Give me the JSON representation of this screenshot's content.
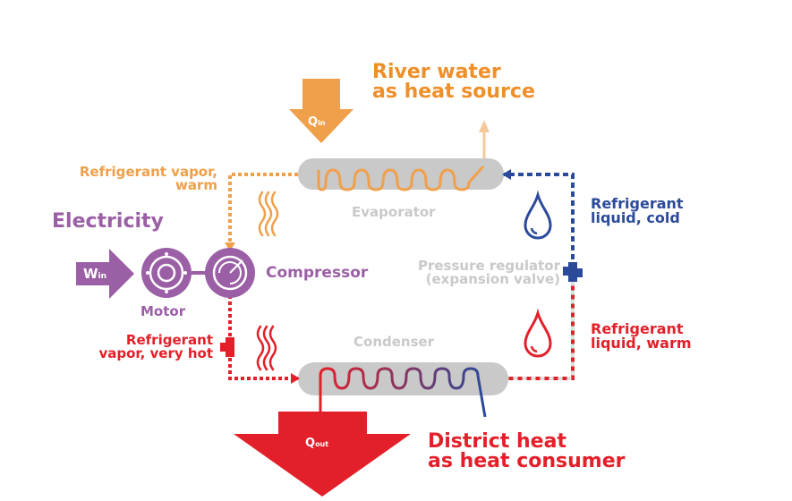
{
  "labels": {
    "river_water_line1": "River water",
    "river_water_line2": "as heat source",
    "q_in": "Q",
    "q_in_sub": "in",
    "refrigerant_vapor_warm_line1": "Refrigerant vapor,",
    "refrigerant_vapor_warm_line2": "warm",
    "electricity": "Electricity",
    "evaporator": "Evaporator",
    "refrigerant_liquid_cold_line1": "Refrigerant",
    "refrigerant_liquid_cold_line2": "liquid, cold",
    "w_in": "W",
    "w_in_sub": "in",
    "compressor": "Compressor",
    "motor": "Motor",
    "pressure_regulator_line1": "Pressure regulator",
    "pressure_regulator_line2": "(expansion valve)",
    "refrigerant_vapor_hot_line1": "Refrigerant",
    "refrigerant_vapor_hot_line2": "vapor, very hot",
    "condenser": "Condenser",
    "refrigerant_liquid_warm_line1": "Refrigerant",
    "refrigerant_liquid_warm_line2": "liquid, warm",
    "q_out": "Q",
    "q_out_sub": "out",
    "district_heat_line1": "District heat",
    "district_heat_line2": "as heat consumer"
  },
  "colors": {
    "heat_source": "#f0a04b",
    "electricity": "#9b5fa6",
    "cold_liquid": "#2b4a9a",
    "hot": "#e3202a",
    "component_grey": "#c9c9c9"
  }
}
